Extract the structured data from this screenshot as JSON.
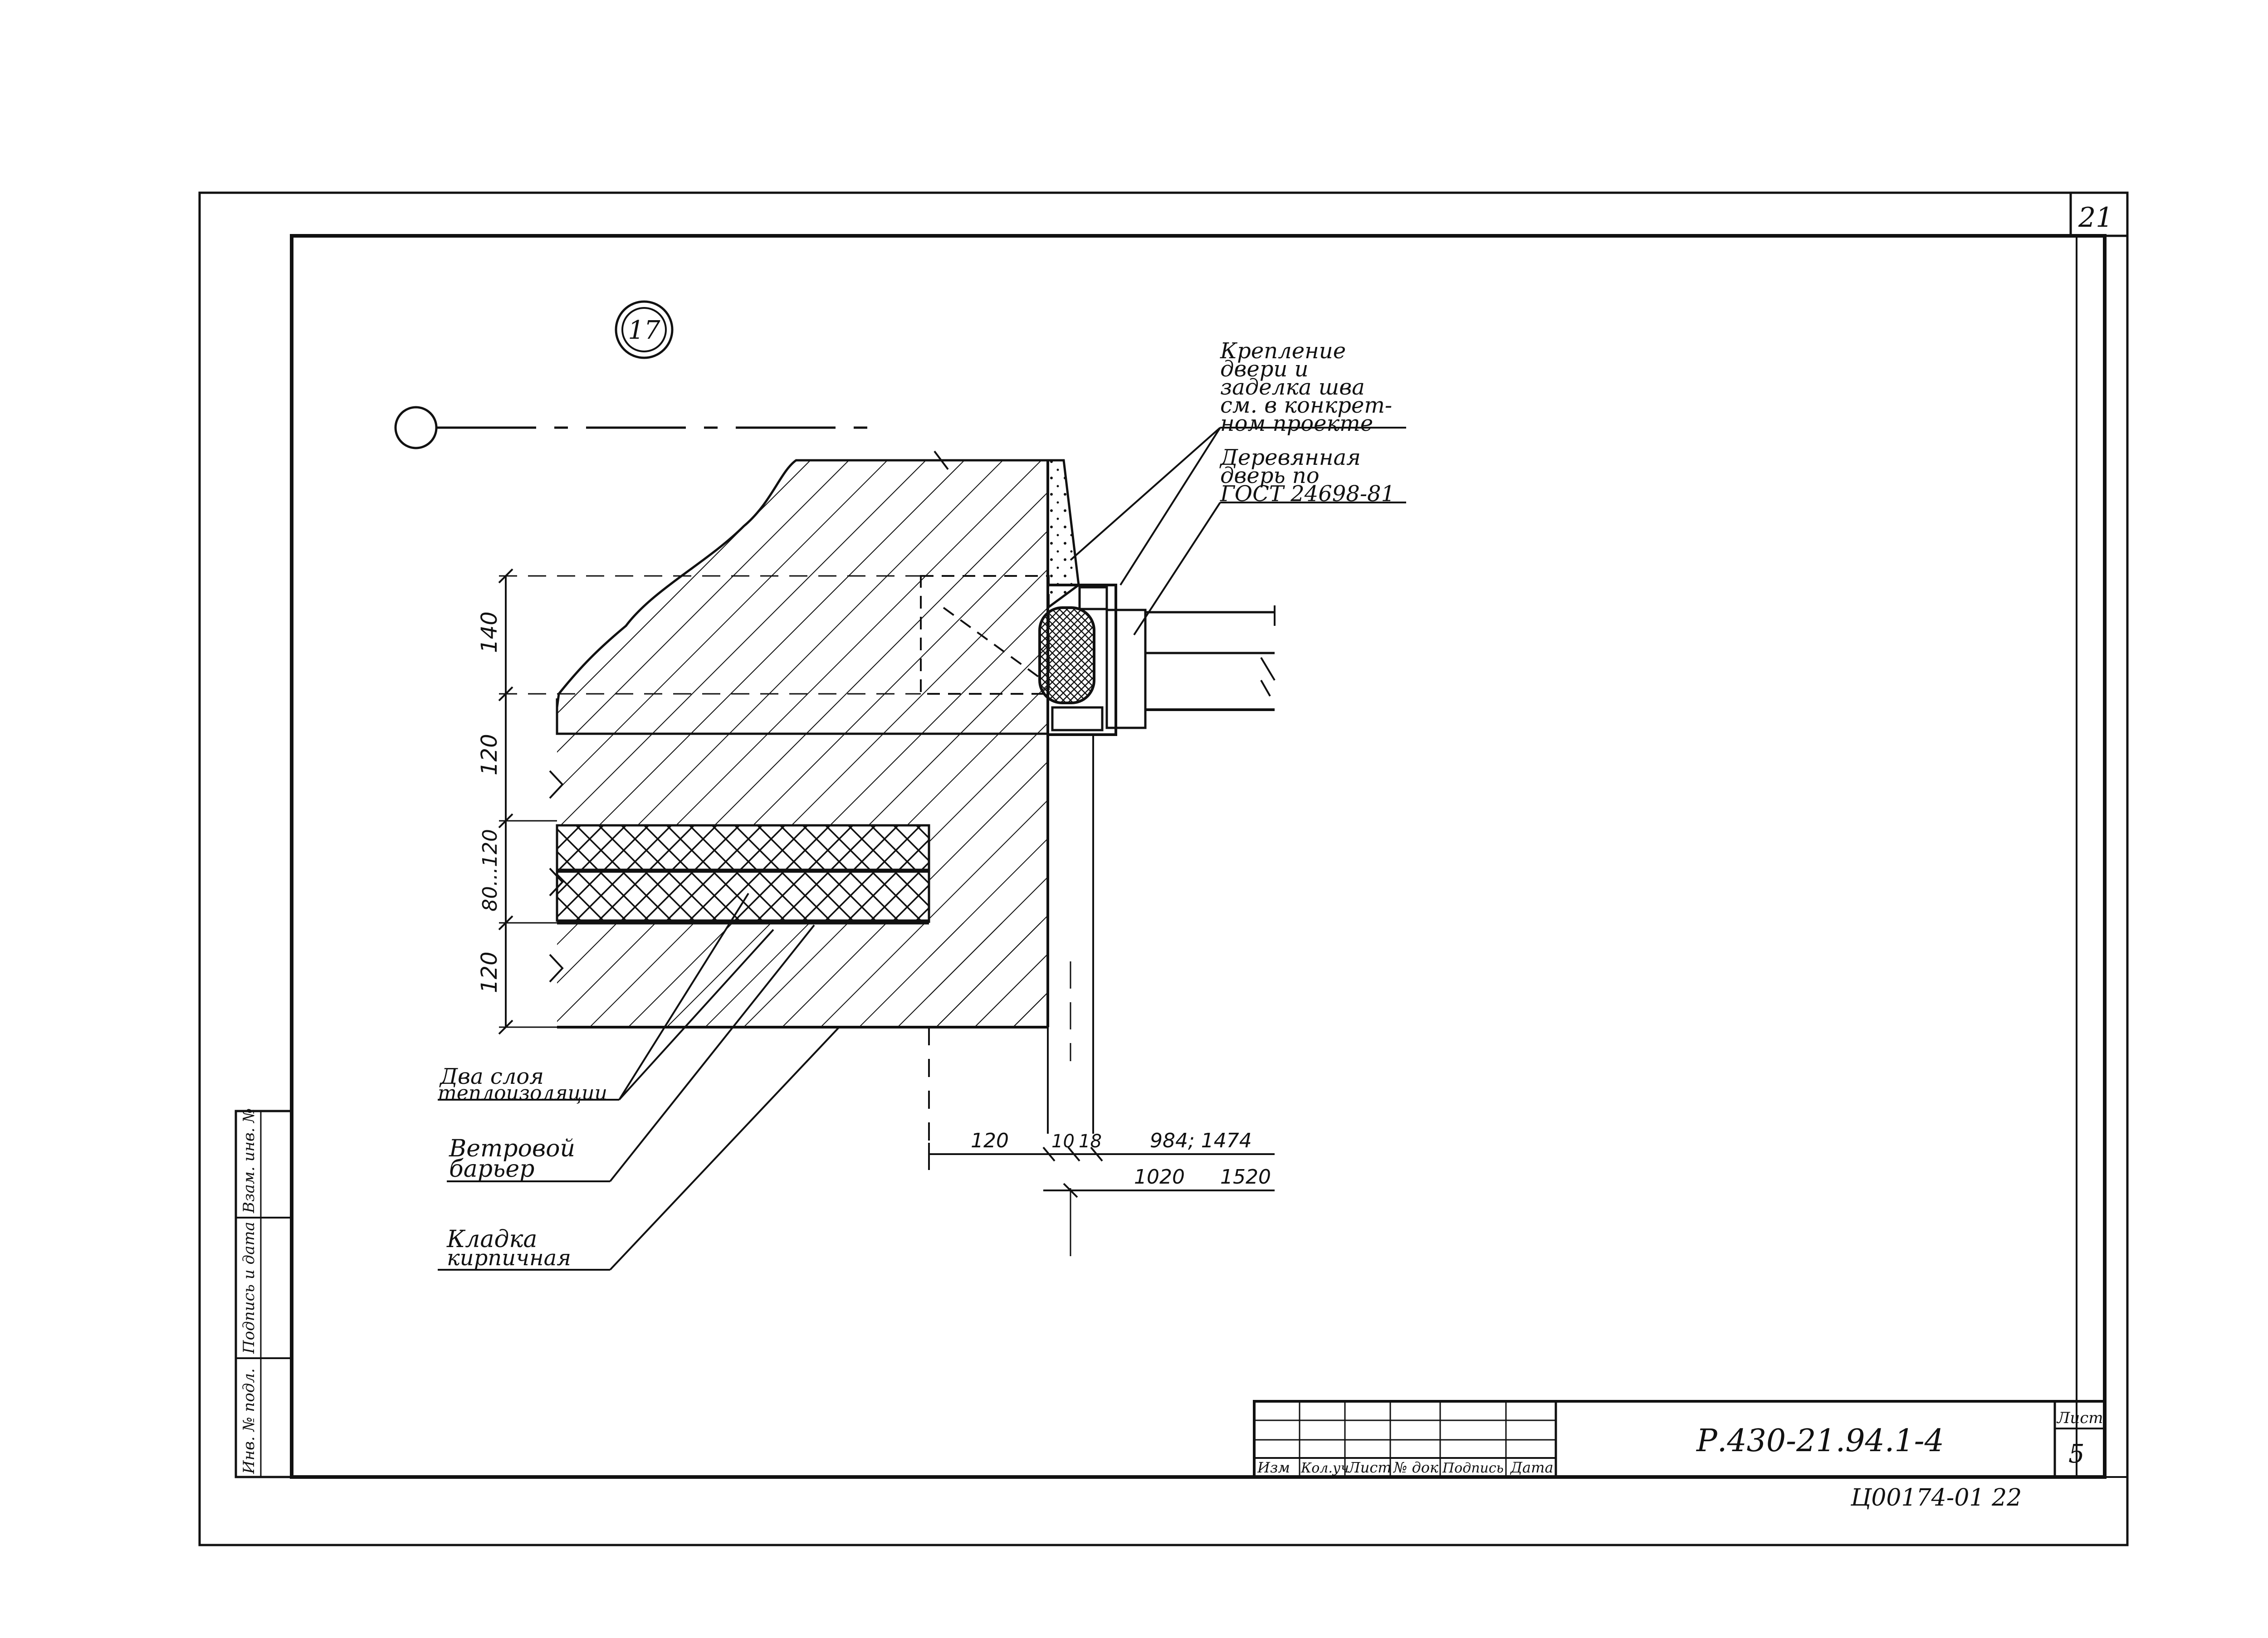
{
  "sheet_corner_number": "21",
  "detail_marker": "17",
  "callouts": {
    "fastening": [
      "Крепление",
      "двери и",
      "заделка шва",
      "см. в конкрет-",
      "ном проекте"
    ],
    "door": [
      "Деревянная",
      "дверь по",
      "ГОСТ 24698-81"
    ],
    "insulation": [
      "Два слоя",
      "теплоизоляции"
    ],
    "wind_barrier": [
      "Ветровой",
      "барьер"
    ],
    "masonry": [
      "Кладка",
      "кирпичная"
    ]
  },
  "dimensions": {
    "vertical": [
      "140",
      "120",
      "80...120",
      "120"
    ],
    "bottom_row1": [
      "120",
      "10",
      "18",
      "984; 1474"
    ],
    "bottom_row2": [
      "1020",
      "1520"
    ]
  },
  "side_stamp": [
    "Инв. № подл.",
    "Подпись и дата",
    "Взам. инв. №"
  ],
  "title_block": {
    "headers": [
      "Изм",
      "Кол.уч",
      "Лист",
      "№ док",
      "Подпись",
      "Дата"
    ],
    "designation": "Р.430-21.94.1-4",
    "sheet_label": "Лист",
    "sheet_number": "5"
  },
  "footer_code": "Ц00174-01  22"
}
